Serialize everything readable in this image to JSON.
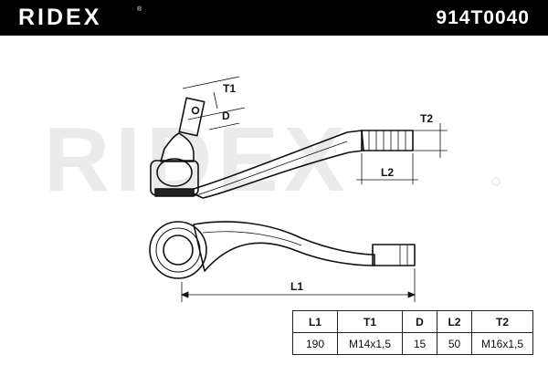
{
  "header": {
    "brand": "RIDEX",
    "part_number": "914T0040",
    "colors": {
      "bar": "#000000",
      "text": "#ffffff"
    }
  },
  "watermark": {
    "text": "RIDEX",
    "color": "#ebebeb"
  },
  "drawing": {
    "labels": {
      "t1": "T1",
      "d": "D",
      "t2": "T2",
      "l2": "L2",
      "l1": "L1"
    }
  },
  "spec_table": {
    "headers": [
      "L1",
      "T1",
      "D",
      "L2",
      "T2"
    ],
    "values": [
      "190",
      "M14x1,5",
      "15",
      "50",
      "M16x1,5"
    ]
  }
}
